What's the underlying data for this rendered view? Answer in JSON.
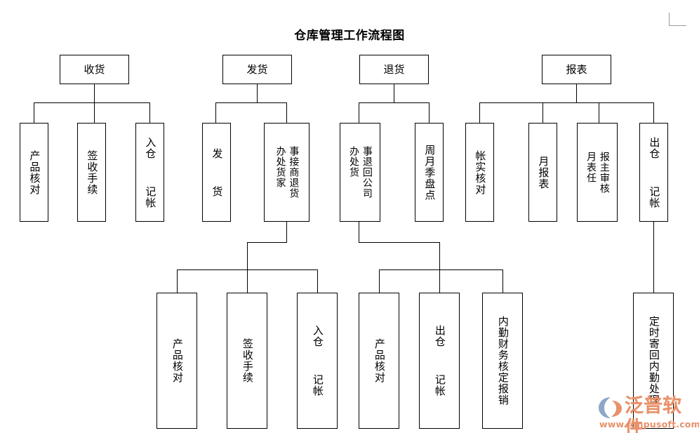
{
  "document": {
    "title": "仓库管理工作流程图"
  },
  "chart_data": {
    "type": "diagram",
    "diagram_type": "org-chart-flowchart",
    "title": "仓库管理工作流程图",
    "orientation": "top-down",
    "nodes": [
      {
        "id": "shouhuo",
        "label": "收货",
        "level": 1,
        "parent": null
      },
      {
        "id": "fahuo",
        "label": "发货",
        "level": 1,
        "parent": null
      },
      {
        "id": "tuihuo",
        "label": "退货",
        "level": 1,
        "parent": null
      },
      {
        "id": "baobiao",
        "label": "报表",
        "level": 1,
        "parent": null
      },
      {
        "id": "sh-1",
        "label": "产品核对",
        "level": 2,
        "parent": "shouhuo"
      },
      {
        "id": "sh-2",
        "label": "签收手续",
        "level": 2,
        "parent": "shouhuo"
      },
      {
        "id": "sh-3",
        "label": "入仓  记帐",
        "level": 2,
        "parent": "shouhuo"
      },
      {
        "id": "fh-1",
        "label": "发  货",
        "level": 2,
        "parent": "fahuo"
      },
      {
        "id": "fh-2",
        "label": "事接商退货\n办处货家",
        "level": 2,
        "parent": "fahuo"
      },
      {
        "id": "th-1",
        "label": "事退回公司\n办处货",
        "level": 2,
        "parent": "tuihuo"
      },
      {
        "id": "th-2",
        "label": "周月季盘点",
        "level": 2,
        "parent": "tuihuo"
      },
      {
        "id": "bb-1",
        "label": "帐实核对",
        "level": 2,
        "parent": "baobiao"
      },
      {
        "id": "bb-2",
        "label": "月报表",
        "level": 2,
        "parent": "baobiao"
      },
      {
        "id": "bb-3",
        "label": "报主审核\n月表任",
        "level": 2,
        "parent": "baobiao"
      },
      {
        "id": "bb-4",
        "label": "出仓  记帐",
        "level": 2,
        "parent": "baobiao"
      },
      {
        "id": "fh2-1",
        "label": "产品核对",
        "level": 3,
        "parent": "fh-2"
      },
      {
        "id": "fh2-2",
        "label": "签收手续",
        "level": 3,
        "parent": "fh-2"
      },
      {
        "id": "fh2-3",
        "label": "入仓  记帐",
        "level": 3,
        "parent": "fh-2"
      },
      {
        "id": "th2-1",
        "label": "产品核对",
        "level": 3,
        "parent": "th-1"
      },
      {
        "id": "th2-2",
        "label": "出仓  记帐",
        "level": 3,
        "parent": "th-1"
      },
      {
        "id": "th2-3",
        "label": "内勤财务核定报销",
        "level": 3,
        "parent": "th-1"
      },
      {
        "id": "bb4-1",
        "label": "定时寄回内勤处理",
        "level": 3,
        "parent": "bb-4"
      }
    ],
    "edges": [
      {
        "from": "shouhuo",
        "to": "sh-1"
      },
      {
        "from": "shouhuo",
        "to": "sh-2"
      },
      {
        "from": "shouhuo",
        "to": "sh-3"
      },
      {
        "from": "fahuo",
        "to": "fh-1"
      },
      {
        "from": "fahuo",
        "to": "fh-2"
      },
      {
        "from": "tuihuo",
        "to": "th-1"
      },
      {
        "from": "tuihuo",
        "to": "th-2"
      },
      {
        "from": "baobiao",
        "to": "bb-1"
      },
      {
        "from": "baobiao",
        "to": "bb-2"
      },
      {
        "from": "baobiao",
        "to": "bb-3"
      },
      {
        "from": "baobiao",
        "to": "bb-4"
      },
      {
        "from": "fh-2",
        "to": "fh2-1"
      },
      {
        "from": "fh-2",
        "to": "fh2-2"
      },
      {
        "from": "fh-2",
        "to": "fh2-3"
      },
      {
        "from": "th-1",
        "to": "th2-1"
      },
      {
        "from": "th-1",
        "to": "th2-2"
      },
      {
        "from": "th-1",
        "to": "th2-3"
      },
      {
        "from": "bb-4",
        "to": "bb4-1"
      }
    ],
    "colors": {
      "node_border": "#000000",
      "node_fill": "#ffffff",
      "connector": "#000000",
      "text": "#000000",
      "background": "#ffffff"
    }
  },
  "watermark": {
    "brand": "泛普软件",
    "url": "www.fanpusoft.com",
    "color": "#e8916a"
  }
}
